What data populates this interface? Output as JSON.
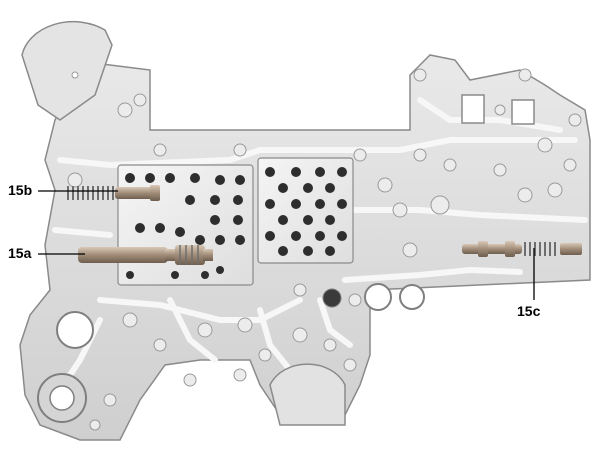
{
  "callouts": {
    "c15b": "15b",
    "c15a": "15a",
    "c15c": "15c"
  },
  "colors": {
    "plate": "#dcdcdc",
    "plate_edge": "#8a8a8a",
    "rib": "#f2f2f2",
    "hole": "#2e2e2e",
    "valve": "#a08c78",
    "spring": "#6e6e6e",
    "leader": "#000000"
  },
  "icons": {
    "plate": "valve-body-plate",
    "valve": "spool-valve",
    "spring": "coil-spring"
  }
}
